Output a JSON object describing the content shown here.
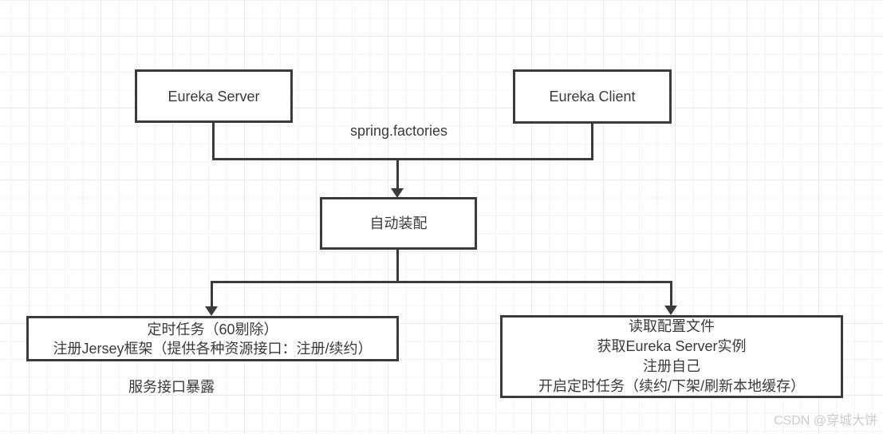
{
  "diagram": {
    "nodes": {
      "eureka_server": {
        "label": "Eureka Server"
      },
      "eureka_client": {
        "label": "Eureka Client"
      },
      "auto_config": {
        "label": "自动装配"
      },
      "server_tasks": {
        "lines": [
          "定时任务（60剔除）",
          "注册Jersey框架（提供各种资源接口：注册/续约）"
        ]
      },
      "client_tasks": {
        "lines": [
          "读取配置文件",
          "获取Eureka Server实例",
          "注册自己",
          "开启定时任务（续约/下架/刷新本地缓存）"
        ]
      }
    },
    "labels": {
      "spring_factories": "spring.factories",
      "service_api_exposure": "服务接口暴露"
    },
    "watermark": "CSDN @穿城大饼",
    "colors": {
      "line": "#3b3b3d",
      "text": "#3a3a3a",
      "grid_minor": "#f2f2f5",
      "grid_major": "#e8e8ed",
      "watermark": "#cbcbcb"
    }
  }
}
